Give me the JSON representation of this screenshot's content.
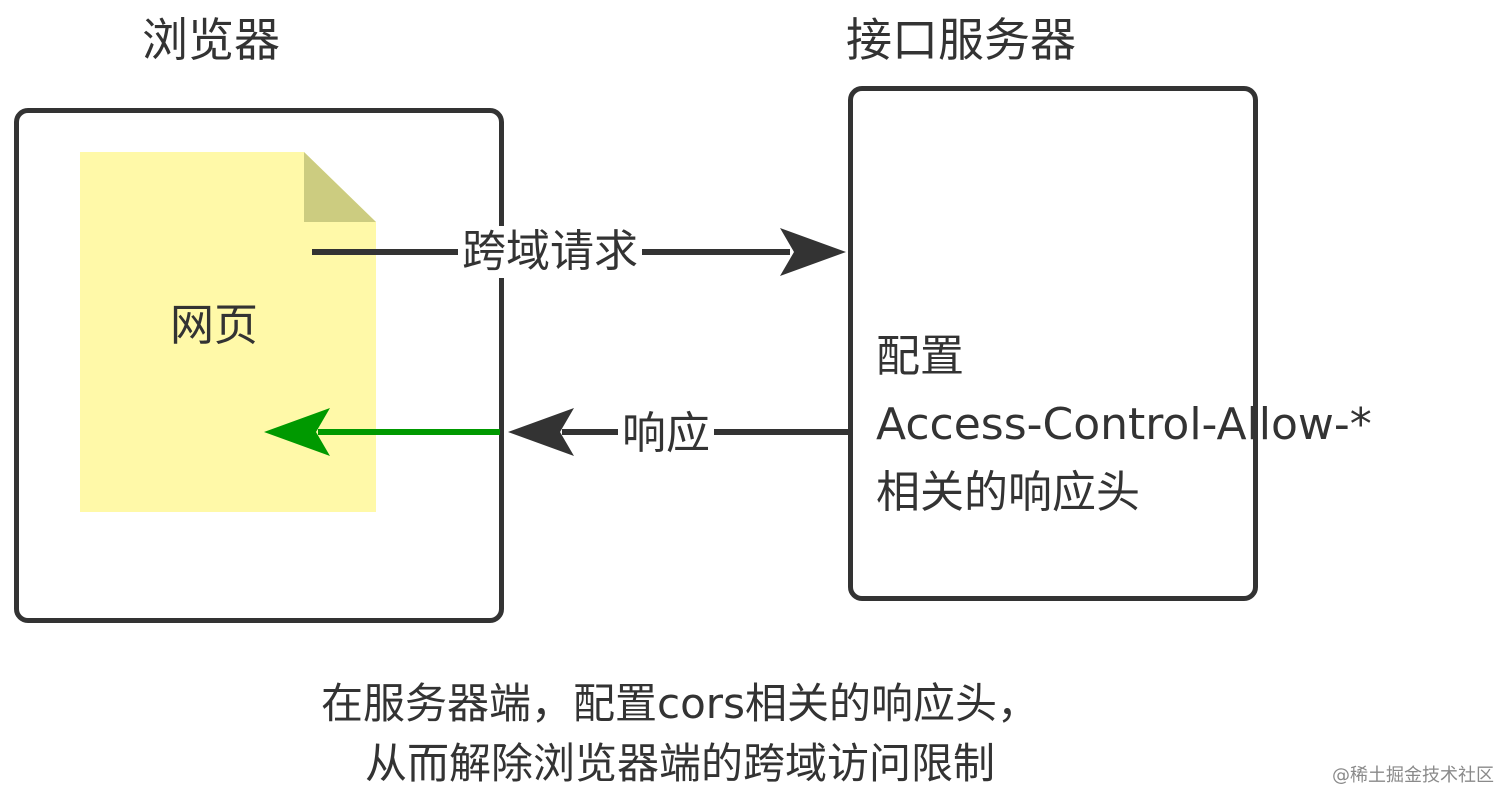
{
  "browser": {
    "title": "浏览器",
    "page_label": "网页"
  },
  "server": {
    "title": "接口服务器",
    "line1": "配置",
    "line2": "Access-Control-Allow-*",
    "line3": "相关的响应头"
  },
  "arrows": {
    "request_label": "跨域请求",
    "response_label": "响应"
  },
  "caption": {
    "line1": "在服务器端，配置cors相关的响应头，",
    "line2": "从而解除浏览器端的跨域访问限制"
  },
  "watermark": "@稀土掘金技术社区",
  "colors": {
    "stroke": "#333333",
    "page_fill": "#fff9a8",
    "page_fold": "#cccc80",
    "response_green": "#009900"
  }
}
